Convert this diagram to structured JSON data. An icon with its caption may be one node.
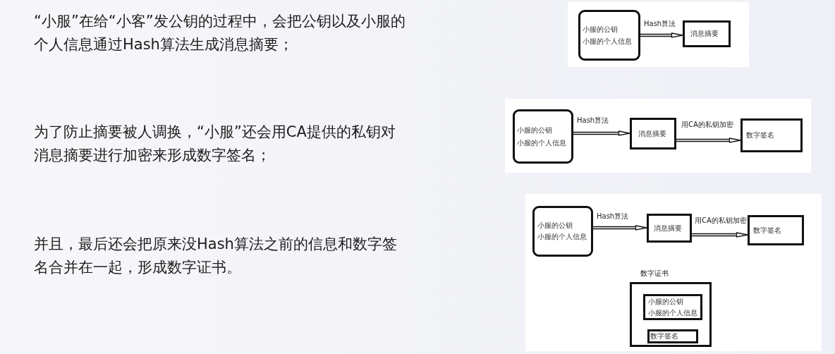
{
  "diagram": {
    "nodes": [
      {
        "text": [
          "小服的公钥",
          "小服的个人信息"
        ]
      },
      {
        "text": [
          "消息摘要"
        ]
      },
      {
        "text": [
          "小服的公钥",
          "小服的个人信息"
        ]
      },
      {
        "text": [
          "消息摘要"
        ]
      },
      {
        "text": [
          "数字签名"
        ]
      },
      {
        "text": [
          "小服的公钥",
          "小服的个人信息"
        ]
      },
      {
        "text": [
          "消息摘要"
        ]
      },
      {
        "text": [
          "数字签名"
        ]
      },
      {
        "text": [
          "数字证书"
        ]
      },
      {
        "text": [
          "小服的公钥",
          "小服的个人信息"
        ],
        "in": 8
      },
      {
        "text": [
          "数字签名"
        ],
        "in": 8
      }
    ],
    "edges": [
      {
        "from": 0,
        "to": 1,
        "arrow": "to",
        "label": "Hash算法"
      },
      {
        "from": 2,
        "to": 3,
        "arrow": "to",
        "label": "Hash算法"
      },
      {
        "from": 3,
        "to": 4,
        "arrow": "to",
        "label": "用CA的私钥加密"
      },
      {
        "from": 5,
        "to": 6,
        "arrow": "to",
        "label": "Hash算法"
      },
      {
        "from": 6,
        "to": 7,
        "arrow": "to",
        "label": "用CA的私钥加密"
      }
    ],
    "labels": [
      "“小服”在给“小客”发公钥的过程中，会把公钥以及小服的个人信息通过Hash算法生成消息摘要；",
      "为了防止摘要被人调换，“小服”还会用CA提供的私钥对消息摘要进行加密来形成数字签名；",
      "并且，最后还会把原来没Hash算法之前的信息和数字签名合并在一起，形成数字证书。"
    ]
  }
}
